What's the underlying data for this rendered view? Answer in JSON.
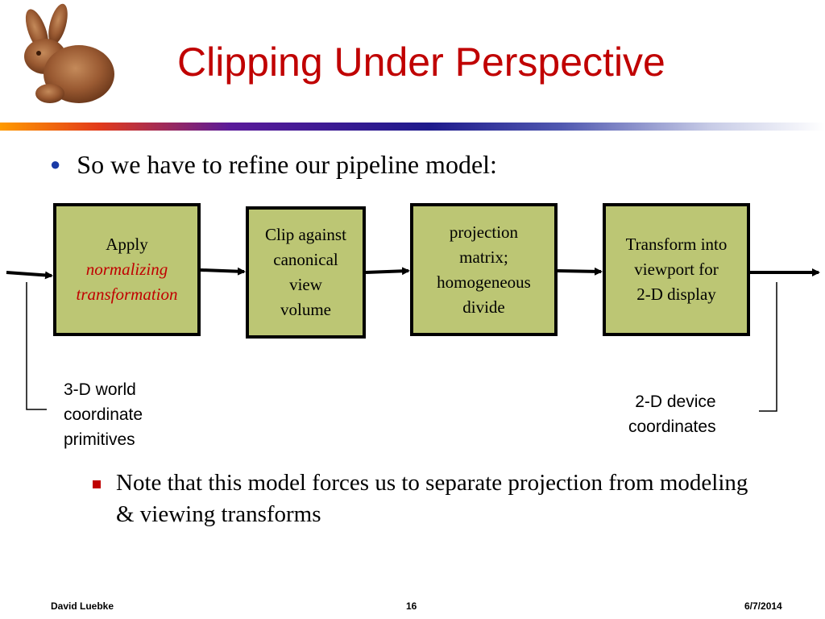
{
  "slide": {
    "title": "Clipping Under Perspective",
    "logo_icon": "bunny-icon",
    "bullet": "So we have to refine our pipeline model:",
    "pipeline": [
      {
        "lines": [
          "Apply"
        ],
        "emph_lines": [
          "normalizing",
          "transformation"
        ]
      },
      {
        "lines": [
          "Clip against",
          "canonical",
          "view",
          "volume"
        ]
      },
      {
        "lines": [
          "projection",
          "matrix;",
          "homogeneous",
          "divide"
        ]
      },
      {
        "lines": [
          "Transform into",
          "viewport for",
          "2-D display"
        ]
      }
    ],
    "input_label": [
      "3-D world",
      "coordinate",
      "primitives"
    ],
    "output_label": [
      "2-D device",
      "coordinates"
    ],
    "sub_bullet": "Note that this model forces us to separate projection from modeling & viewing transforms"
  },
  "footer": {
    "author": "David Luebke",
    "page": "16",
    "date": "6/7/2014"
  },
  "colors": {
    "title": "#c00000",
    "box_fill": "#bcc674",
    "bullet_dot": "#1a3aa6",
    "sub_bullet_marker": "#c00000",
    "emphasis": "#c00000"
  }
}
